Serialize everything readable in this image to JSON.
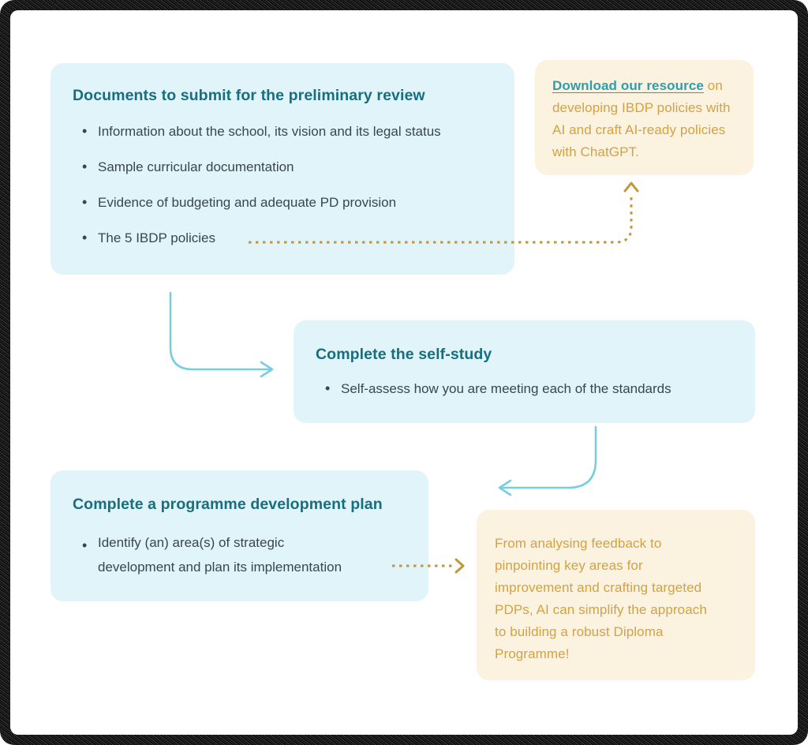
{
  "colors": {
    "step_box_bg": "#e0f4fa",
    "tip_box_bg": "#fbf2e0",
    "step_title_teal": "#176e7e",
    "body_text": "#3a464e",
    "tip_text_gold": "#d2a243",
    "link_teal": "#2e9dad",
    "arrow_blue": "#78cde0",
    "arrow_gold": "#c2963a",
    "frame": "#181818"
  },
  "flow": {
    "step1": {
      "title": "Documents to submit for the preliminary review",
      "bullets": [
        "Information about the school, its vision and its legal status",
        "Sample curricular documentation",
        "Evidence of budgeting and adequate PD provision",
        "The 5 IBDP policies"
      ]
    },
    "tip1": {
      "link_text": "Download our resource",
      "text_after_link": " on developing IBDP policies with AI and craft AI-ready policies with ChatGPT."
    },
    "step2": {
      "title": "Complete the self-study",
      "bullets": [
        "Self-assess how you are meeting each of the standards"
      ]
    },
    "step3": {
      "title": "Complete a programme development plan",
      "bullets": [
        "Identify (an) area(s) of strategic development and plan its implementation"
      ]
    },
    "tip2": {
      "text": "From analysing feedback to pinpointing key areas for improvement and crafting targeted PDPs, AI can simplify the approach to building a robust Diploma Programme!"
    }
  }
}
